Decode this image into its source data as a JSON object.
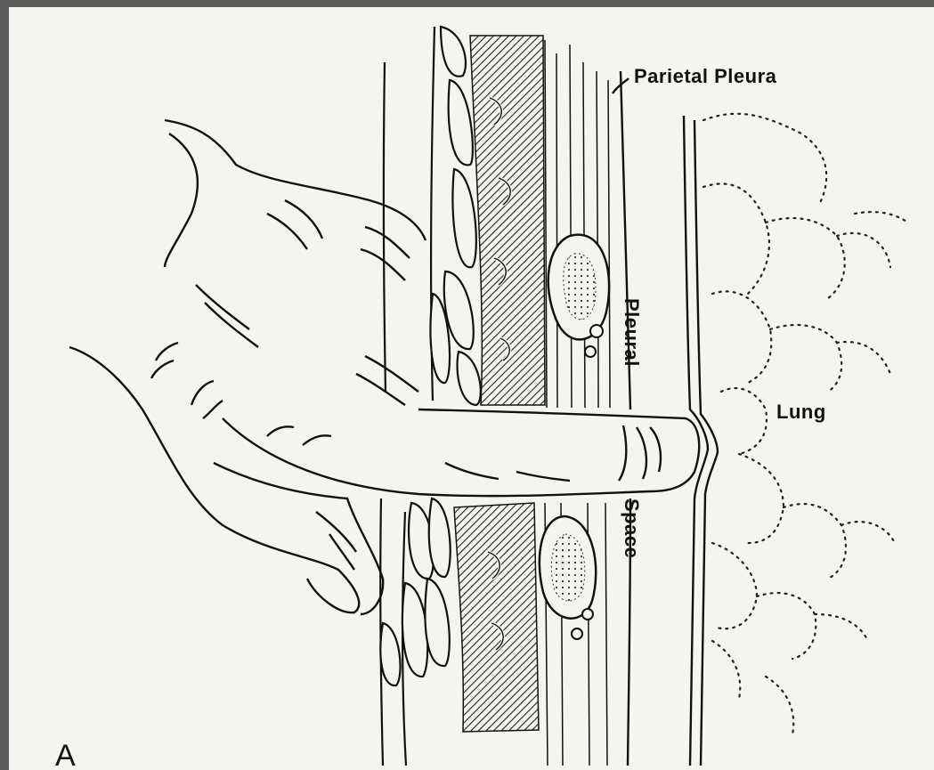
{
  "labels": {
    "parietal_pleura": "Parietal Pleura",
    "pleural": "Pleural",
    "space": "Space",
    "lung": "Lung",
    "panel_letter": "A"
  }
}
